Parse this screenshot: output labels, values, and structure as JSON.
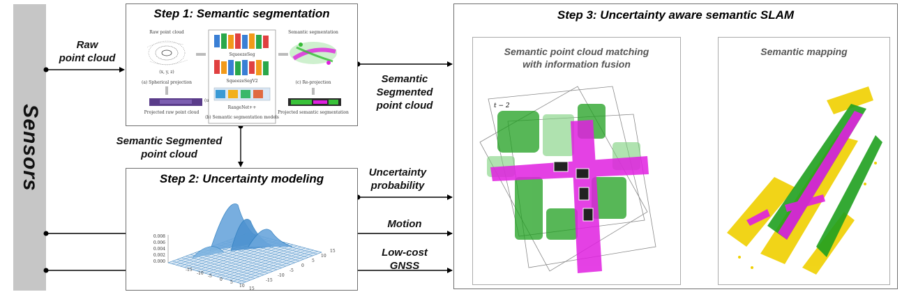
{
  "sensors": {
    "label": "Sensors"
  },
  "step1": {
    "title": "Step 1: Semantic segmentation",
    "figure": {
      "raw_point_cloud": "Raw point cloud",
      "coords_xyz": "(x, y, z)",
      "spherical_projection": "(a) Spherical projection",
      "projected_raw": "Projected raw point cloud",
      "coords_uv": "(u, v)",
      "models": [
        "SqueezeSeg",
        "SqueezeSegV2",
        "RangeNet++"
      ],
      "models_caption": "(b) Semantic segmentation models",
      "semantic_segmentation": "Semantic segmentation",
      "reprojection": "(c) Re-projection",
      "projected_semantic": "Projected semantic segmentation"
    }
  },
  "step2": {
    "title": "Step 2: Uncertainty modeling",
    "plot": {
      "z_ticks": [
        "0.008",
        "0.006",
        "0.004",
        "0.002",
        "0.000"
      ],
      "x_ticks": [
        "-15",
        "-10",
        "-5",
        "0",
        "5",
        "10",
        "15"
      ],
      "y_ticks": [
        "15",
        "10",
        "5",
        "0",
        "-5",
        "-10",
        "-15"
      ]
    }
  },
  "step3": {
    "title": "Step 3: Uncertainty aware semantic SLAM",
    "matching_title_line1": "Semantic point cloud matching",
    "matching_title_line2": "with information fusion",
    "frame_label": "t − 2",
    "mapping_title": "Semantic mapping"
  },
  "labels": {
    "raw_line1": "Raw",
    "raw_line2": "point cloud",
    "seg_top_line1": "Semantic",
    "seg_top_line2": "Segmented",
    "seg_top_line3": "point cloud",
    "seg_down_line1": "Semantic Segmented",
    "seg_down_line2": "point cloud",
    "uncert_line1": "Uncertainty",
    "uncert_line2": "probability",
    "motion": "Motion",
    "gnss_line1": "Low-cost",
    "gnss_line2": "GNSS"
  },
  "colors": {
    "magenta": "#e020e0",
    "green": "#1fa01f",
    "yellow": "#f0d000",
    "surface_blue": "#2f7fc0",
    "sensors_gray": "#c6c6c6"
  }
}
